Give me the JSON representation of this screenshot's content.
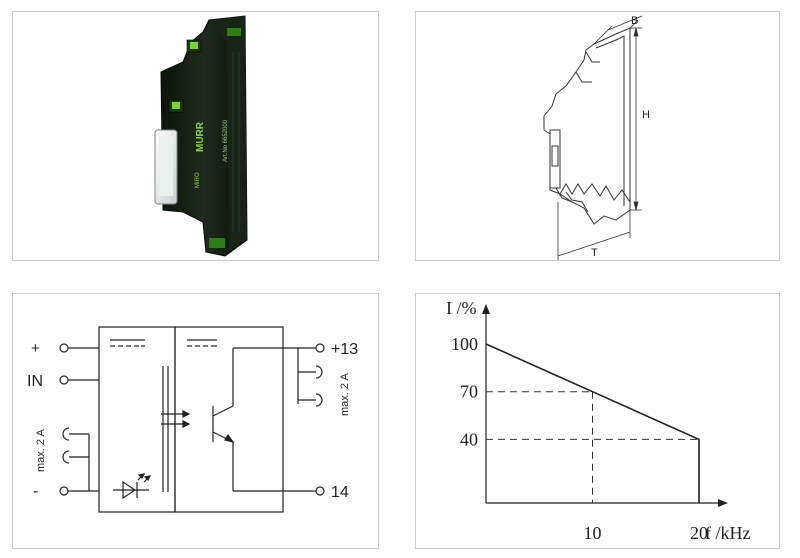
{
  "product_photo": {
    "brand": "MURR",
    "series": "MIRO",
    "article": "Art.No 6652000"
  },
  "dimension_drawing": {
    "labels": {
      "width": "B",
      "height": "H",
      "depth": "T"
    }
  },
  "circuit": {
    "terminals": {
      "plus": "+",
      "in": "IN",
      "minus": "-",
      "out_plus": "+13",
      "out_14": "14"
    },
    "left_rating": "max. 2 A",
    "right_rating": "max. 2 A"
  },
  "chart_data": {
    "type": "line",
    "ylabel": "I /%",
    "xlabel": "f /kHz",
    "x_ticks": [
      "10",
      "20"
    ],
    "y_ticks": [
      "100",
      "70",
      "40"
    ],
    "series": [
      {
        "x": [
          0,
          10,
          20,
          20
        ],
        "y": [
          100,
          70,
          40,
          0
        ]
      }
    ],
    "guides": [
      {
        "x": 10,
        "y": 70
      },
      {
        "x": 20,
        "y": 40
      }
    ],
    "xlim": [
      0,
      22
    ],
    "ylim": [
      0,
      115
    ],
    "grid": false,
    "colors": {
      "line": "#222222",
      "guide": "#333333"
    }
  }
}
